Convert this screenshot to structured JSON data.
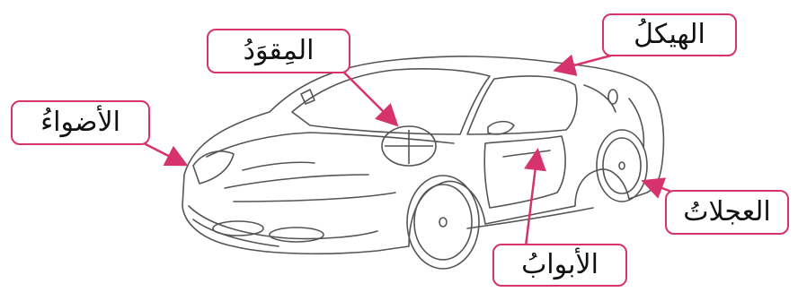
{
  "labels": {
    "body": "الهيكلُ",
    "steering": "المِقوَدُ",
    "lights": "الأضواءُ",
    "wheels": "العجلاتُ",
    "doors": "الأبوابُ"
  },
  "colors": {
    "accent": "#d6336c",
    "line": "#555555"
  }
}
